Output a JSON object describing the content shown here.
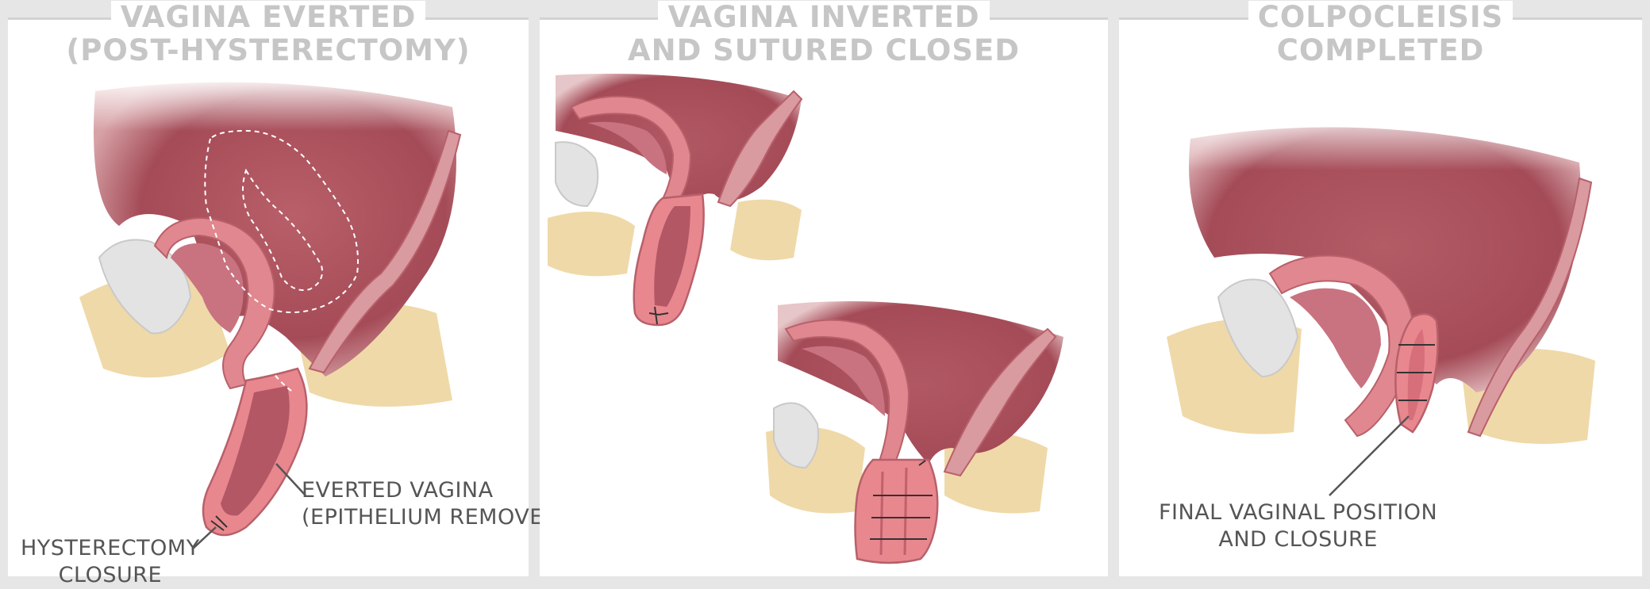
{
  "panels": [
    {
      "title": [
        "VAGINA EVERTED",
        "(POST-HYSTERECTOMY)"
      ],
      "labels": {
        "everted": [
          "EVERTED VAGINA",
          "(EPITHELIUM REMOVED)"
        ],
        "closure": [
          "HYSTERECTOMY",
          "CLOSURE"
        ]
      }
    },
    {
      "title": [
        "VAGINA INVERTED",
        "AND SUTURED CLOSED"
      ]
    },
    {
      "title": [
        "COLPOCLEISIS",
        "COMPLETED"
      ],
      "labels": {
        "final": [
          "FINAL VAGINAL POSITION",
          "AND CLOSURE"
        ]
      }
    }
  ],
  "colors": {
    "background": "#e6e6e6",
    "title_gray": "#c6c6c6",
    "label_gray": "#555555",
    "bladder_dark": "#a94e5a",
    "bladder_light": "#d99a9e",
    "tissue_pink": "#e8878e",
    "fat_yellow": "#efd9a8",
    "bone_gray": "#e3e3e3"
  }
}
